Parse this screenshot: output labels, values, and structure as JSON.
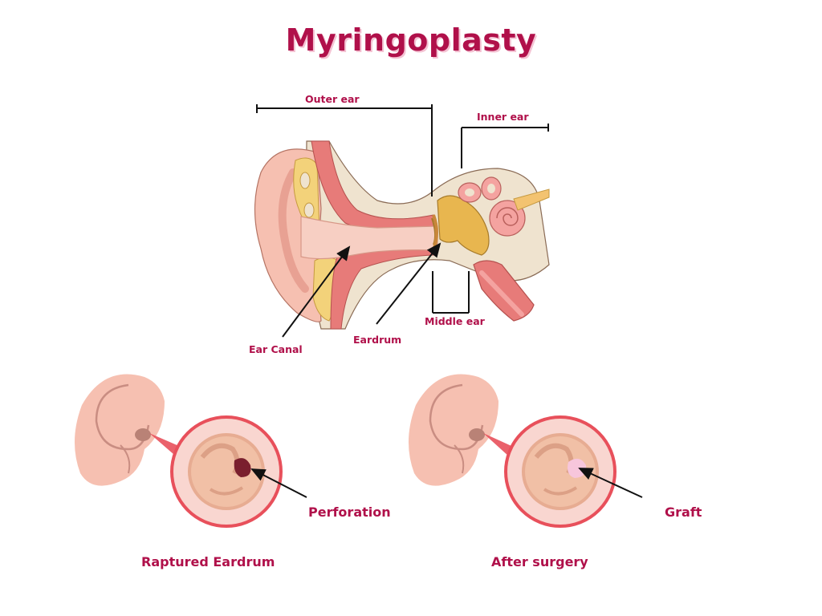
{
  "title": "Myringoplasty",
  "anatomy": {
    "outer_ear": "Outer ear",
    "inner_ear": "Inner ear",
    "middle_ear": "Middle ear",
    "eardrum": "Eardrum",
    "ear_canal": "Ear Canal"
  },
  "before": {
    "pointer_label": "Perforation",
    "caption": "Raptured Eardrum"
  },
  "after": {
    "pointer_label": "Graft",
    "caption": "After surgery"
  },
  "colors": {
    "title": "#b0104a",
    "skin": "#f6b9a8",
    "bone": "#efe3cf",
    "cartilage": "#f3d27a",
    "muscle": "#e77b79",
    "perforation": "#7a1f2e",
    "graft": "#f7c6dc",
    "ring": "#e8505b"
  }
}
